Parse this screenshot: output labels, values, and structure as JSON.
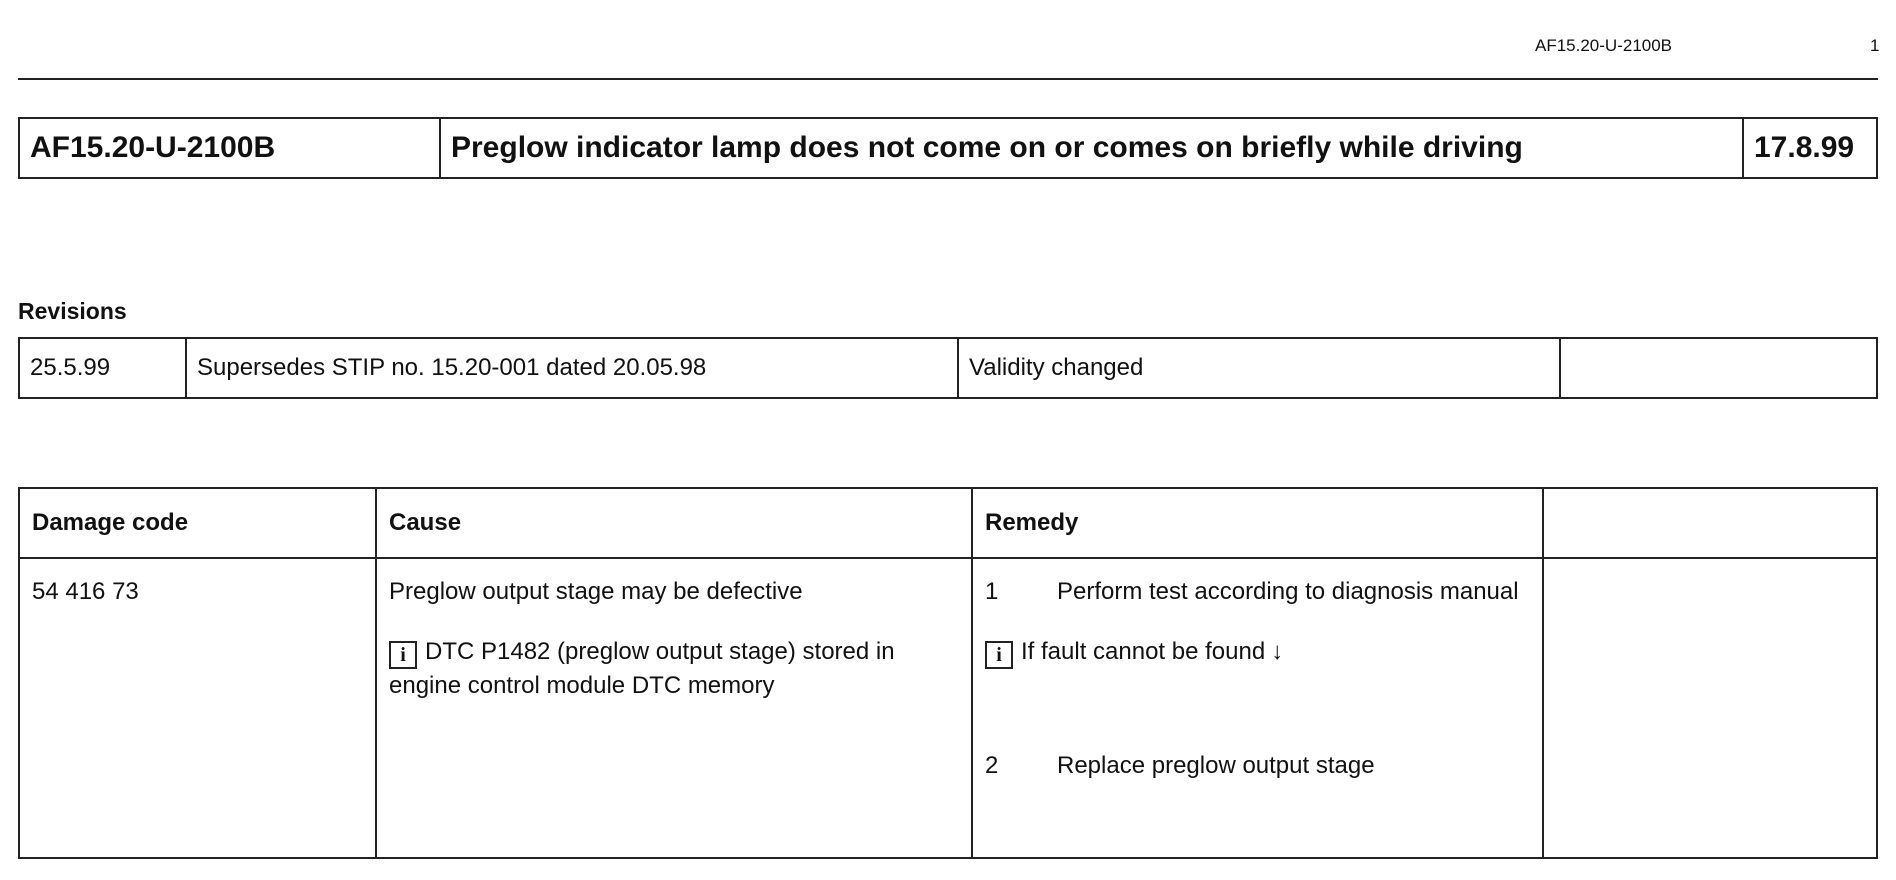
{
  "header": {
    "doc_code": "AF15.20-U-2100B",
    "page_number": "1"
  },
  "title_row": {
    "code": "AF15.20-U-2100B",
    "title": "Preglow indicator lamp does not come on or comes on briefly  while driving",
    "date": "17.8.99"
  },
  "revisions": {
    "heading": "Revisions",
    "rows": [
      {
        "date": "25.5.99",
        "description": "Supersedes STIP no. 15.20-001 dated 20.05.98",
        "note": "Validity changed",
        "extra": ""
      }
    ]
  },
  "damage_table": {
    "headers": [
      "Damage code",
      "Cause",
      "Remedy",
      ""
    ],
    "row": {
      "damage_code": "54 416 73",
      "cause": "Preglow output stage may be defective",
      "cause_info": "DTC P1482 (preglow output stage) stored in engine control module DTC memory",
      "remedy_steps": [
        {
          "number": "1",
          "text": "Perform test according to diagnosis manual"
        },
        {
          "number": "2",
          "text": "Replace preglow output stage"
        }
      ],
      "remedy_info": "If fault cannot be found",
      "arrow_glyph": "↓"
    }
  },
  "icons": {
    "info": "i"
  }
}
